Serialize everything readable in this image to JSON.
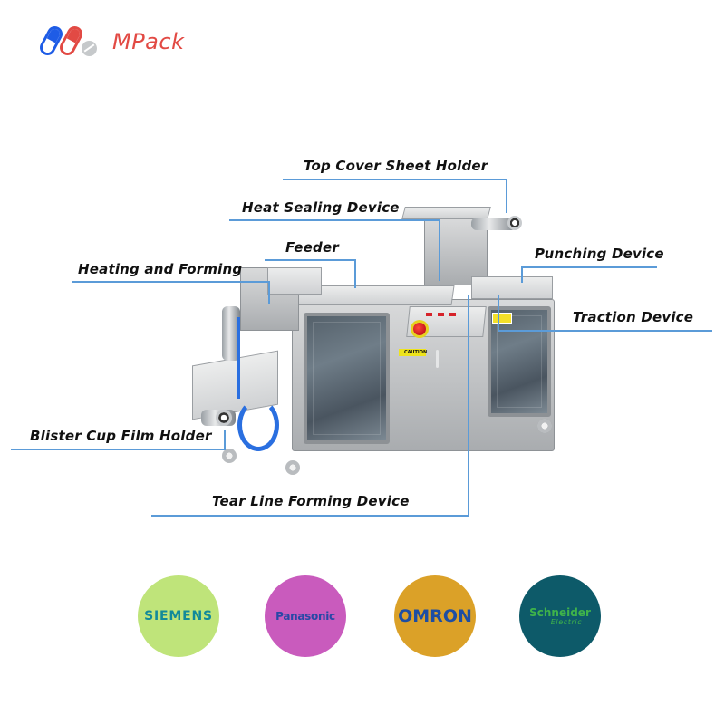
{
  "logo": {
    "icon": "capsule-pills-icon",
    "text": "MPack",
    "colors": {
      "blue_capsule": "#1e5ce6",
      "red_capsule": "#e24a44",
      "tablet": "#c6c9cb",
      "text": "#e24a44"
    }
  },
  "diagram": {
    "subject": "Blister packaging machine",
    "leader_line_color": "#5b9bd8",
    "labels": [
      {
        "id": "top-cover-sheet-holder",
        "text": "Top Cover Sheet Holder"
      },
      {
        "id": "heat-sealing-device",
        "text": "Heat Sealing Device"
      },
      {
        "id": "feeder",
        "text": "Feeder"
      },
      {
        "id": "heating-and-forming",
        "text": "Heating and Forming"
      },
      {
        "id": "punching-device",
        "text": "Punching Device"
      },
      {
        "id": "traction-device",
        "text": "Traction Device"
      },
      {
        "id": "blister-cup-film-holder",
        "text": "Blister Cup Film Holder"
      },
      {
        "id": "tear-line-forming-device",
        "text": "Tear Line Forming Device"
      }
    ],
    "machine": {
      "caution_sticker": "CAUTION"
    }
  },
  "brands": [
    {
      "name": "SIEMENS",
      "bg": "#bfe47a",
      "fg": "#128a9a"
    },
    {
      "name": "Panasonic",
      "bg": "#c95bbd",
      "fg": "#2848a6"
    },
    {
      "name": "OMRON",
      "bg": "#dba128",
      "fg": "#1d4ea3"
    },
    {
      "name": "Schneider",
      "sub": "Electric",
      "bg": "#0d5a69",
      "fg": "#3fb34a"
    }
  ]
}
